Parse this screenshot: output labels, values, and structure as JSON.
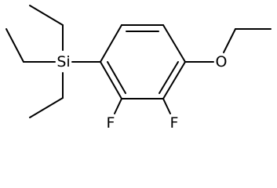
{
  "molecule": {
    "atoms": {
      "silicon": "Si",
      "oxygen": "O",
      "fluorine_left": "F",
      "fluorine_right": "F"
    }
  }
}
